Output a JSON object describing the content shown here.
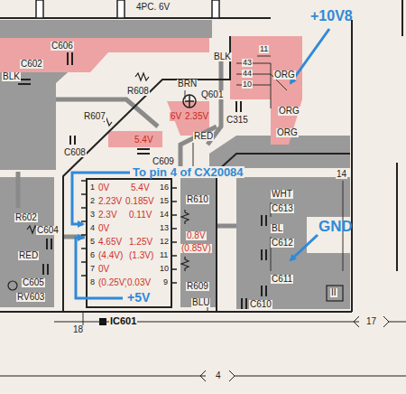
{
  "diagram": {
    "labels": [
      "4PC. 6V",
      "+10V8",
      "BLK",
      "43",
      "44",
      "10",
      "11",
      "ORG",
      "C315",
      "ORG",
      "ORG",
      "C606",
      "BLK",
      "C602",
      "R608",
      "R607",
      "BRN",
      "Q601",
      "6V",
      "2.35V",
      "C608",
      "5.4V",
      "C609",
      "RED",
      "To pin 4 of CX20084",
      "R602",
      "C604",
      "RED",
      "C605",
      "RV603",
      "+5V",
      "1",
      "2",
      "3",
      "4",
      "5",
      "6",
      "7",
      "8",
      "0V",
      "2.23V",
      "2.3V",
      "0V",
      "4.65V",
      "(4.4V)",
      "0V",
      "(0.25V)",
      "16",
      "15",
      "14",
      "13",
      "12",
      "11",
      "10",
      "9",
      "5.4V",
      "0.185V",
      "0.11V",
      "1.25V",
      "(1.3V)",
      "0.03V",
      "R610",
      "0.8V",
      "(0.85V)",
      "R609",
      "WHT",
      "C613",
      "C612",
      "BL",
      "C611",
      "GND",
      "14",
      "C610",
      "BLU",
      "II",
      "IC601",
      "18",
      "17",
      "4"
    ]
  }
}
